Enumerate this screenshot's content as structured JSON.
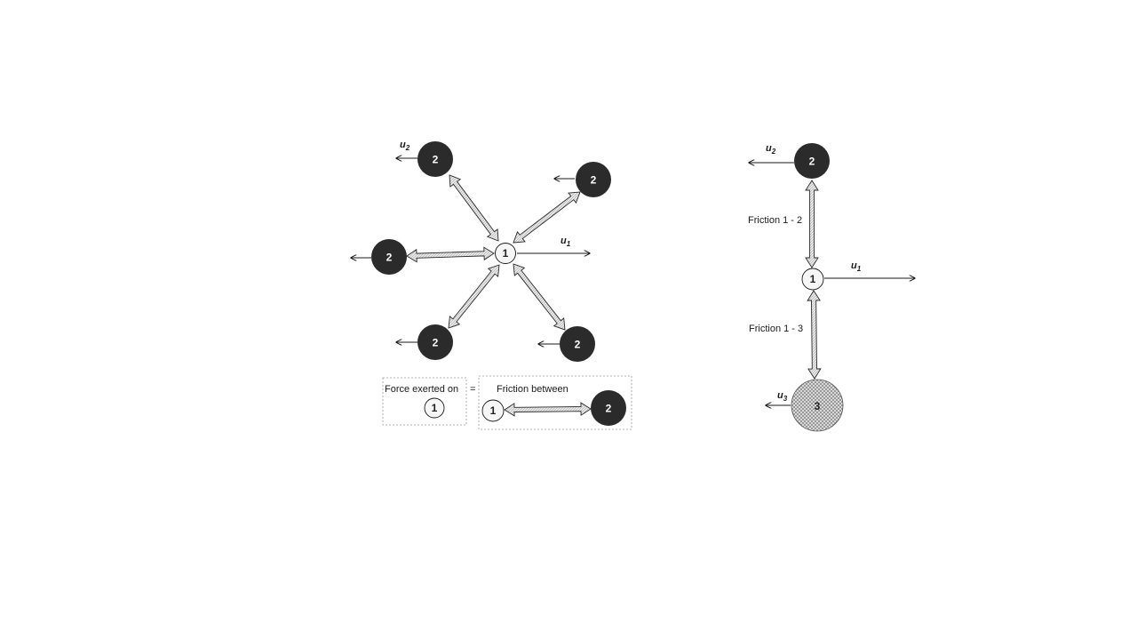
{
  "colors": {
    "dark_ball": "#2b2b2b",
    "light_ball": "#f6f6f6",
    "hatch_ball": "#c9c9c9",
    "ink": "#1a1a1a",
    "arrow_fill": "#dcdcdc"
  },
  "left_diagram": {
    "center_ball_label": "1",
    "outer_ball_label": "2",
    "velocity_main": {
      "symbol": "u",
      "subscript": "1"
    },
    "velocity_outer": {
      "symbol": "u",
      "subscript": "2"
    }
  },
  "legend": {
    "force_text": "Force exerted on",
    "equals": "=",
    "friction_text": "Friction between",
    "ball_1_label": "1",
    "ball_2_label": "2"
  },
  "right_diagram": {
    "ball_1_label": "1",
    "ball_2_label": "2",
    "ball_3_label": "3",
    "friction_12": "Friction 1 - 2",
    "friction_13": "Friction 1 - 3",
    "velocity_1": {
      "symbol": "u",
      "subscript": "1"
    },
    "velocity_2": {
      "symbol": "u",
      "subscript": "2"
    },
    "velocity_3": {
      "symbol": "u",
      "subscript": "3"
    }
  }
}
